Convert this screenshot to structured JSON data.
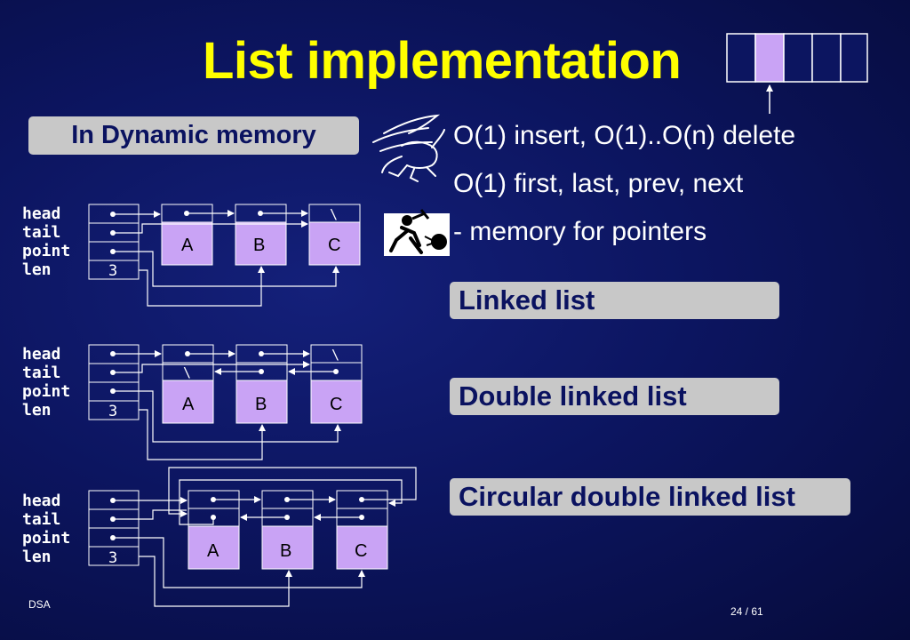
{
  "title": "List implementation",
  "section_label": "In Dynamic memory",
  "bullets": [
    "O(1) insert, O(1)..O(n) delete",
    "O(1) first, last, prev, next",
    "- memory for pointers"
  ],
  "list_types": [
    "Linked list",
    "Double linked list",
    "Circular double linked list"
  ],
  "struct_fields": [
    "head",
    "tail",
    "point",
    "len"
  ],
  "len_value": "3",
  "nodes": [
    "A",
    "B",
    "C"
  ],
  "null_mark": "\\",
  "footer": {
    "left": "DSA",
    "page": "24 / 61"
  },
  "icons": [
    "pegasus-icon",
    "hammer-man-icon",
    "array-cells-icon"
  ],
  "colors": {
    "title": "#ffff00",
    "node_fill": "#c9a3f5",
    "pill": "#c8c8c8",
    "pill_text": "#0a1260"
  }
}
